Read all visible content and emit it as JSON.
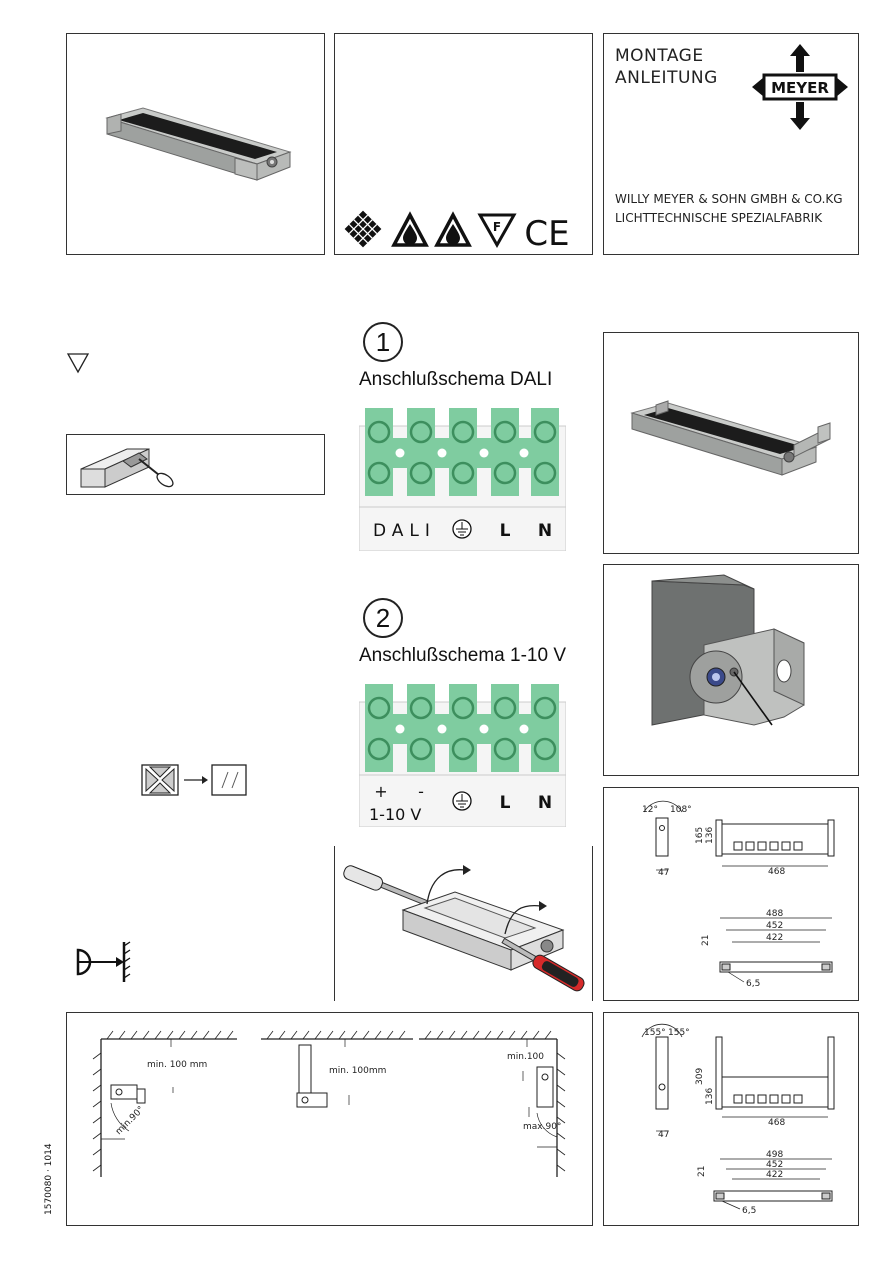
{
  "header": {
    "title_line1": "MONTAGE",
    "title_line2": "ANLEITUNG",
    "logo_text": "MEYER",
    "company_line1": "WILLY MEYER & SOHN GMBH & CO.KG",
    "company_line2": "LICHTTECHNISCHE SPEZIALFABRIK",
    "ce_mark": "CE",
    "f_mark": "F"
  },
  "schema_dali": {
    "number": "1",
    "title": "Anschlußschema DALI",
    "labels": [
      "DALI",
      "L",
      "N"
    ]
  },
  "schema_110": {
    "number": "2",
    "title": "Anschlußschema 1-10 V",
    "plus": "+",
    "minus": "-",
    "range_label": "1-10 V",
    "labels": [
      "L",
      "N"
    ]
  },
  "dims_top": {
    "angle_left": "12°",
    "angle_right": "108°",
    "h1": "165",
    "h2": "136",
    "w_side": "47",
    "w_total": "468",
    "len1": "488",
    "len2": "452",
    "len3": "422",
    "depth": "21",
    "hole": "6,5"
  },
  "dims_bottom": {
    "angle_left": "155°",
    "angle_right": "155°",
    "h1": "309",
    "h2": "136",
    "w_side": "47",
    "w_total": "468",
    "len1": "498",
    "len2": "452",
    "len3": "422",
    "depth": "21",
    "hole": "6,5"
  },
  "mounting": {
    "min_left": "min. 100 mm",
    "angle_left": "min.90°",
    "min_mid": "min. 100mm",
    "min_right": "min.100",
    "angle_right": "max.90°",
    "doc_code": "1570080 · 1014"
  },
  "colors": {
    "terminal_green": "#7fcca0",
    "terminal_ring": "#3d8f5e",
    "luminaire_gray": "#a7aaa8"
  }
}
